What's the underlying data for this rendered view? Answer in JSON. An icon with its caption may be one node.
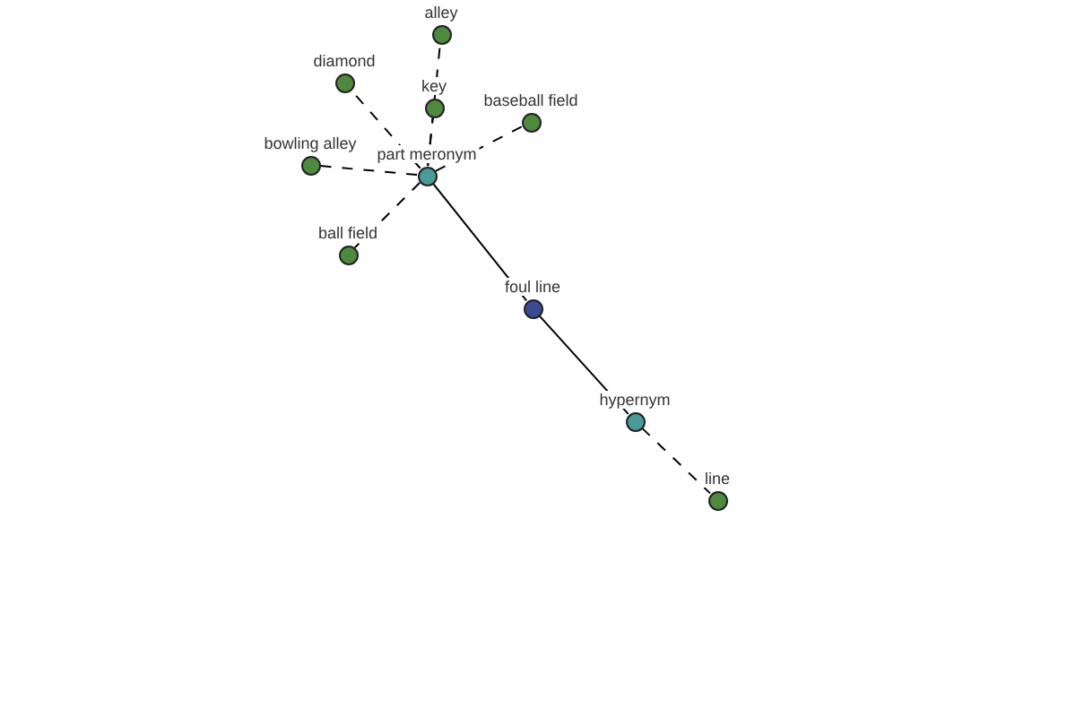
{
  "diagram": {
    "nodes": [
      {
        "text": [],
        "shape": "circle",
        "beside": [
          "alley"
        ]
      },
      {
        "text": [],
        "shape": "circle",
        "beside": [
          "diamond"
        ]
      },
      {
        "text": [],
        "shape": "circle",
        "beside": [
          "key"
        ]
      },
      {
        "text": [],
        "shape": "circle",
        "beside": [
          "baseball field"
        ]
      },
      {
        "text": [],
        "shape": "circle",
        "beside": [
          "bowling alley"
        ]
      },
      {
        "text": [],
        "shape": "circle",
        "beside": [
          "part meronym"
        ]
      },
      {
        "text": [],
        "shape": "circle",
        "beside": [
          "ball field"
        ]
      },
      {
        "text": [],
        "shape": "circle",
        "beside": [
          "foul line"
        ]
      },
      {
        "text": [],
        "shape": "circle",
        "beside": [
          "hypernym"
        ]
      },
      {
        "text": [],
        "shape": "circle",
        "beside": [
          "line"
        ]
      }
    ],
    "edges": [
      {
        "from": 5,
        "to": 0,
        "arrow": "none",
        "style": "dashed"
      },
      {
        "from": 5,
        "to": 1,
        "arrow": "none",
        "style": "dashed"
      },
      {
        "from": 5,
        "to": 2,
        "arrow": "none",
        "style": "dashed"
      },
      {
        "from": 5,
        "to": 3,
        "arrow": "none",
        "style": "dashed"
      },
      {
        "from": 5,
        "to": 4,
        "arrow": "none",
        "style": "dashed"
      },
      {
        "from": 5,
        "to": 6,
        "arrow": "none",
        "style": "dashed"
      },
      {
        "from": 7,
        "to": 5,
        "arrow": "none"
      },
      {
        "from": 7,
        "to": 8,
        "arrow": "none"
      },
      {
        "from": 8,
        "to": 9,
        "arrow": "none",
        "style": "dashed"
      }
    ]
  }
}
